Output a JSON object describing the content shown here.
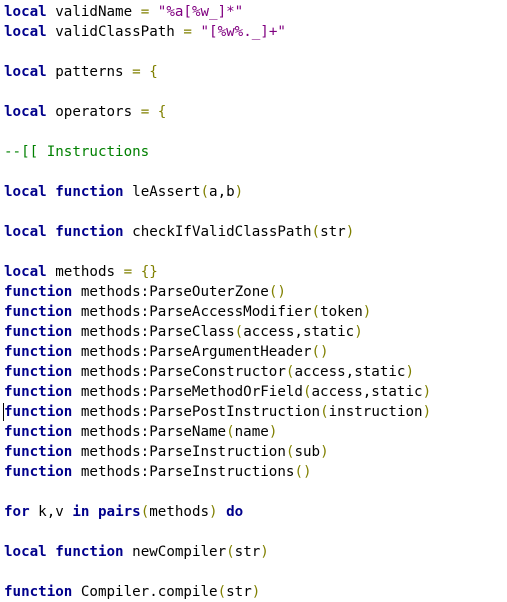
{
  "editor": {
    "colors": {
      "background": "#ffffff",
      "keyword": "#00008b",
      "string": "#800080",
      "comment": "#008000",
      "operator": "#808000",
      "text": "#000000"
    },
    "caret_line": 20,
    "lines": [
      [
        {
          "t": "kw",
          "v": "local"
        },
        {
          "t": "tx",
          "v": " validName "
        },
        {
          "t": "op",
          "v": "="
        },
        {
          "t": "tx",
          "v": " "
        },
        {
          "t": "str",
          "v": "\"%a[%w_]*\""
        }
      ],
      [
        {
          "t": "kw",
          "v": "local"
        },
        {
          "t": "tx",
          "v": " validClassPath "
        },
        {
          "t": "op",
          "v": "="
        },
        {
          "t": "tx",
          "v": " "
        },
        {
          "t": "str",
          "v": "\"[%w%._]+\""
        }
      ],
      [],
      [
        {
          "t": "kw",
          "v": "local"
        },
        {
          "t": "tx",
          "v": " patterns "
        },
        {
          "t": "op",
          "v": "="
        },
        {
          "t": "tx",
          "v": " "
        },
        {
          "t": "op",
          "v": "{"
        }
      ],
      [],
      [
        {
          "t": "kw",
          "v": "local"
        },
        {
          "t": "tx",
          "v": " operators "
        },
        {
          "t": "op",
          "v": "="
        },
        {
          "t": "tx",
          "v": " "
        },
        {
          "t": "op",
          "v": "{"
        }
      ],
      [],
      [
        {
          "t": "cmt",
          "v": "--[[ Instructions"
        }
      ],
      [],
      [
        {
          "t": "kw",
          "v": "local"
        },
        {
          "t": "tx",
          "v": " "
        },
        {
          "t": "kw",
          "v": "function"
        },
        {
          "t": "tx",
          "v": " leAssert"
        },
        {
          "t": "op",
          "v": "("
        },
        {
          "t": "tx",
          "v": "a,b"
        },
        {
          "t": "op",
          "v": ")"
        }
      ],
      [],
      [
        {
          "t": "kw",
          "v": "local"
        },
        {
          "t": "tx",
          "v": " "
        },
        {
          "t": "kw",
          "v": "function"
        },
        {
          "t": "tx",
          "v": " checkIfValidClassPath"
        },
        {
          "t": "op",
          "v": "("
        },
        {
          "t": "tx",
          "v": "str"
        },
        {
          "t": "op",
          "v": ")"
        }
      ],
      [],
      [
        {
          "t": "kw",
          "v": "local"
        },
        {
          "t": "tx",
          "v": " methods "
        },
        {
          "t": "op",
          "v": "="
        },
        {
          "t": "tx",
          "v": " "
        },
        {
          "t": "op",
          "v": "{}"
        }
      ],
      [
        {
          "t": "kw",
          "v": "function"
        },
        {
          "t": "tx",
          "v": " methods:ParseOuterZone"
        },
        {
          "t": "op",
          "v": "()"
        }
      ],
      [
        {
          "t": "kw",
          "v": "function"
        },
        {
          "t": "tx",
          "v": " methods:ParseAccessModifier"
        },
        {
          "t": "op",
          "v": "("
        },
        {
          "t": "tx",
          "v": "token"
        },
        {
          "t": "op",
          "v": ")"
        }
      ],
      [
        {
          "t": "kw",
          "v": "function"
        },
        {
          "t": "tx",
          "v": " methods:ParseClass"
        },
        {
          "t": "op",
          "v": "("
        },
        {
          "t": "tx",
          "v": "access,static"
        },
        {
          "t": "op",
          "v": ")"
        }
      ],
      [
        {
          "t": "kw",
          "v": "function"
        },
        {
          "t": "tx",
          "v": " methods:ParseArgumentHeader"
        },
        {
          "t": "op",
          "v": "()"
        }
      ],
      [
        {
          "t": "kw",
          "v": "function"
        },
        {
          "t": "tx",
          "v": " methods:ParseConstructor"
        },
        {
          "t": "op",
          "v": "("
        },
        {
          "t": "tx",
          "v": "access,static"
        },
        {
          "t": "op",
          "v": ")"
        }
      ],
      [
        {
          "t": "kw",
          "v": "function"
        },
        {
          "t": "tx",
          "v": " methods:ParseMethodOrField"
        },
        {
          "t": "op",
          "v": "("
        },
        {
          "t": "tx",
          "v": "access,static"
        },
        {
          "t": "op",
          "v": ")"
        }
      ],
      [
        {
          "t": "kw",
          "v": "function"
        },
        {
          "t": "tx",
          "v": " methods:ParsePostInstruction"
        },
        {
          "t": "op",
          "v": "("
        },
        {
          "t": "tx",
          "v": "instruction"
        },
        {
          "t": "op",
          "v": ")"
        }
      ],
      [
        {
          "t": "kw",
          "v": "function"
        },
        {
          "t": "tx",
          "v": " methods:ParseName"
        },
        {
          "t": "op",
          "v": "("
        },
        {
          "t": "tx",
          "v": "name"
        },
        {
          "t": "op",
          "v": ")"
        }
      ],
      [
        {
          "t": "kw",
          "v": "function"
        },
        {
          "t": "tx",
          "v": " methods:ParseInstruction"
        },
        {
          "t": "op",
          "v": "("
        },
        {
          "t": "tx",
          "v": "sub"
        },
        {
          "t": "op",
          "v": ")"
        }
      ],
      [
        {
          "t": "kw",
          "v": "function"
        },
        {
          "t": "tx",
          "v": " methods:ParseInstructions"
        },
        {
          "t": "op",
          "v": "()"
        }
      ],
      [],
      [
        {
          "t": "kw",
          "v": "for"
        },
        {
          "t": "tx",
          "v": " k,v "
        },
        {
          "t": "kw",
          "v": "in"
        },
        {
          "t": "tx",
          "v": " "
        },
        {
          "t": "kw",
          "v": "pairs"
        },
        {
          "t": "op",
          "v": "("
        },
        {
          "t": "tx",
          "v": "methods"
        },
        {
          "t": "op",
          "v": ")"
        },
        {
          "t": "tx",
          "v": " "
        },
        {
          "t": "kw",
          "v": "do"
        }
      ],
      [],
      [
        {
          "t": "kw",
          "v": "local"
        },
        {
          "t": "tx",
          "v": " "
        },
        {
          "t": "kw",
          "v": "function"
        },
        {
          "t": "tx",
          "v": " newCompiler"
        },
        {
          "t": "op",
          "v": "("
        },
        {
          "t": "tx",
          "v": "str"
        },
        {
          "t": "op",
          "v": ")"
        }
      ],
      [],
      [
        {
          "t": "kw",
          "v": "function"
        },
        {
          "t": "tx",
          "v": " Compiler.compile"
        },
        {
          "t": "op",
          "v": "("
        },
        {
          "t": "tx",
          "v": "str"
        },
        {
          "t": "op",
          "v": ")"
        }
      ]
    ]
  }
}
